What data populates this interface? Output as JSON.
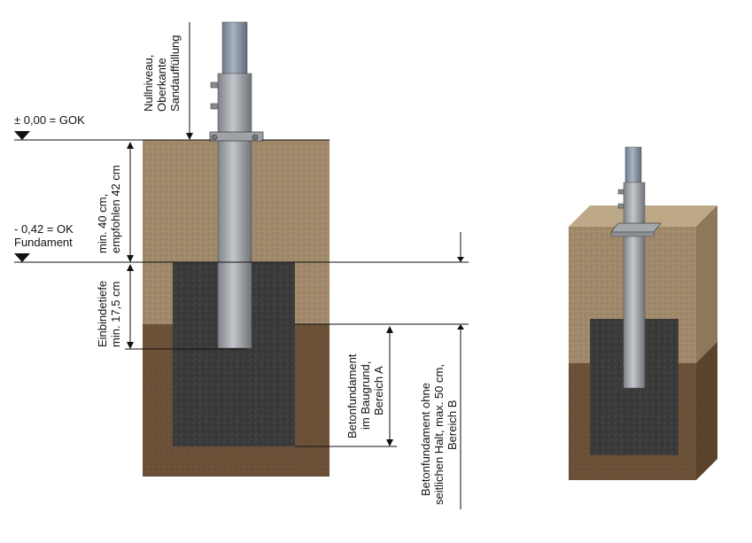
{
  "labels": {
    "level_zero": "± 0,00 = GOK",
    "level_foundation_line1": "- 0,42 = OK",
    "level_foundation_line2": "Fundament",
    "zero_level_line1": "Nullniveau,",
    "zero_level_line2": "Oberkante",
    "zero_level_line3": "Sandauffüllung",
    "cover_depth_line1": "min. 40 cm,",
    "cover_depth_line2": "empfohlen 42 cm",
    "embed_depth_line1": "Einbindetiefe",
    "embed_depth_line2": "min. 17,5 cm",
    "zone_a_line1": "Betonfundament",
    "zone_a_line2": "im Baugrund,",
    "zone_a_line3": "Bereich A",
    "zone_b_line1": "Betonfundament ohne",
    "zone_b_line2": "seitlichen Halt, max. 50 cm,",
    "zone_b_line3": "Bereich B"
  },
  "colors": {
    "sand": "#a08a6b",
    "soil": "#6b5138",
    "concrete": "#3a3a3a",
    "pipe": "#a4a8ad",
    "pipe_top": "#8a95a5",
    "sleeve": "#8f9396"
  }
}
